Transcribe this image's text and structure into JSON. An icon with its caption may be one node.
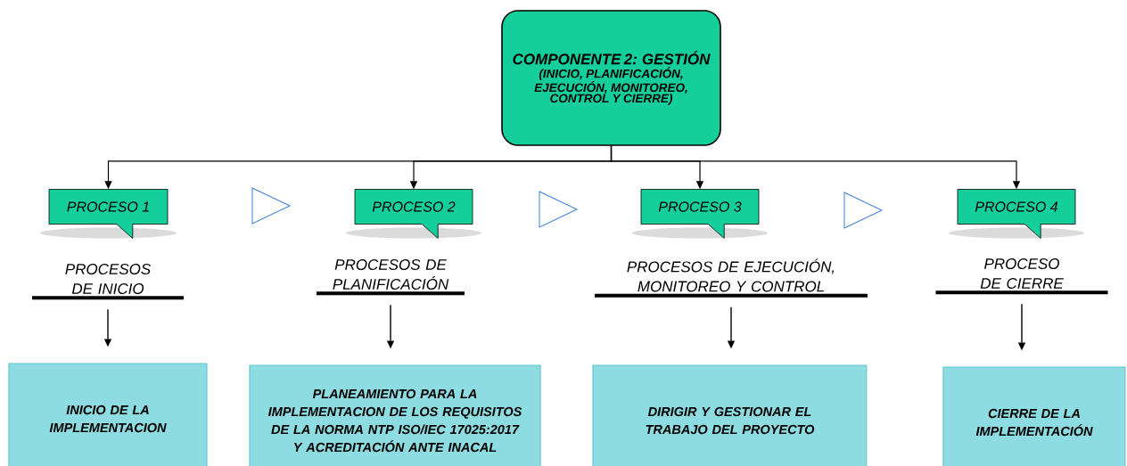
{
  "diagram": {
    "nodes": [
      {
        "text": [
          "COMPONENTE 2: GESTIÓN",
          "(INICIO, PLANIFICACIÓN, EJECUCIÓN, MONITOREO, CONTROL Y CIERRE)"
        ]
      },
      {
        "text": [
          "PROCESO 1"
        ]
      },
      {
        "text": [
          "PROCESO 2"
        ]
      },
      {
        "text": [
          "PROCESO 3"
        ]
      },
      {
        "text": [
          "PROCESO 4"
        ]
      },
      {
        "text": [
          "PROCESOS DE INICIO"
        ]
      },
      {
        "text": [
          "PROCESOS DE PLANIFICACIÓN"
        ]
      },
      {
        "text": [
          "PROCESOS DE  EJECUCIÓN, MONITOREO Y CONTROL"
        ]
      },
      {
        "text": [
          "PROCESO DE CIERRE"
        ]
      },
      {
        "text": [
          "INICIO DE LA IMPLEMENTACION"
        ]
      },
      {
        "text": [
          "PLANEAMIENTO PARA LA IMPLEMENTACION DE LOS REQUISITOS DE LA NORMA NTP ISO/IEC 17025:2017 Y ACREDITACIÓN ANTE INACAL"
        ]
      },
      {
        "text": [
          "DIRIGIR Y GESTIONAR EL TRABAJO DEL PROYECTO"
        ]
      },
      {
        "text": [
          "CIERRE DE LA IMPLEMENTACIÓN"
        ]
      }
    ],
    "edges": [
      {
        "from": 0,
        "to": 1,
        "arrow": "to"
      },
      {
        "from": 0,
        "to": 2,
        "arrow": "to"
      },
      {
        "from": 0,
        "to": 3,
        "arrow": "to"
      },
      {
        "from": 0,
        "to": 4,
        "arrow": "to"
      },
      {
        "from": 5,
        "to": 9,
        "arrow": "to"
      },
      {
        "from": 6,
        "to": 10,
        "arrow": "to"
      },
      {
        "from": 7,
        "to": 11,
        "arrow": "to"
      },
      {
        "from": 8,
        "to": 12,
        "arrow": "to"
      }
    ]
  }
}
